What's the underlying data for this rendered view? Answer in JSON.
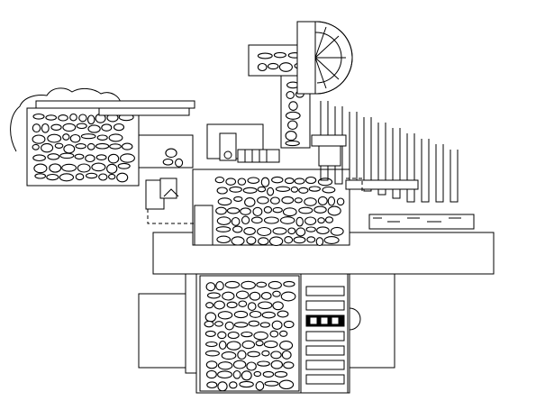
{
  "drawing": {
    "colors": {
      "ink": "#000000",
      "paper": "#ffffff"
    },
    "masonry_zones": [
      "west-terrace-wall",
      "chimney-core",
      "central-hearth-mass",
      "north-tower",
      "south-wing-wall"
    ]
  }
}
